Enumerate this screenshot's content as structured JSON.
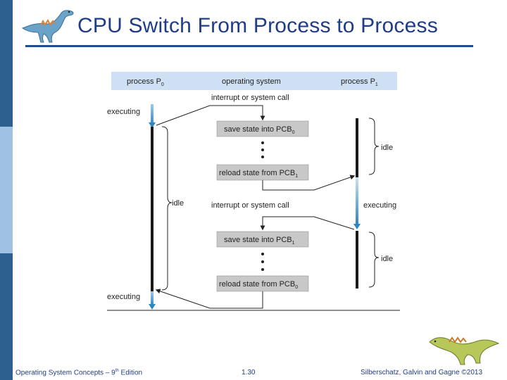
{
  "slide": {
    "title": "CPU Switch From Process to Process",
    "colors": {
      "title": "#1f3c88",
      "rule": "#1f4e8c",
      "header_band": "#cfe0f4",
      "box": "#c8c8c8",
      "arrow_blue": "#2e86c1"
    }
  },
  "diagram": {
    "header": {
      "process_p0": {
        "base": "process P",
        "sub": "0"
      },
      "os": "operating system",
      "process_p1": {
        "base": "process P",
        "sub": "1"
      }
    },
    "labels": {
      "interrupt_1": "interrupt or system call",
      "interrupt_2": "interrupt or system call",
      "executing_top": "executing",
      "executing_mid": "executing",
      "executing_bottom": "executing",
      "idle_left": "idle",
      "idle_right_top": "idle",
      "idle_right_bottom": "idle"
    },
    "boxes": {
      "save_pcb0": {
        "base": "save state into PCB",
        "sub": "0"
      },
      "reload_pcb1": {
        "base": "reload state from PCB",
        "sub": "1"
      },
      "save_pcb1": {
        "base": "save state into PCB",
        "sub": "1"
      },
      "reload_pcb0": {
        "base": "reload state from PCB",
        "sub": "0"
      }
    }
  },
  "footer": {
    "book": "Operating System Concepts – 9",
    "book_sup": "th",
    "book_suffix": " Edition",
    "page": "1.30",
    "copyright": "Silberschatz, Galvin and Gagne ©2013"
  },
  "icons": [
    "dinosaur-logo-icon",
    "dinosaur-footer-icon"
  ]
}
